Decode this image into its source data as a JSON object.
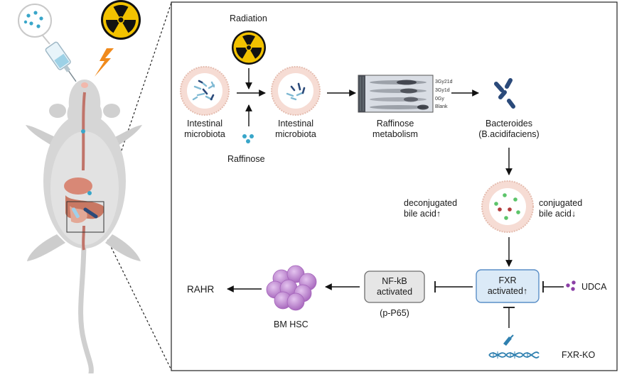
{
  "panel": {
    "radiation_label": "Radiation",
    "raffinose_label": "Raffinose",
    "microbiota_1": [
      "Intestinal",
      "microbiota"
    ],
    "microbiota_2": [
      "Intestinal",
      "microbiota"
    ],
    "gel_lanes": [
      "3Gy21d",
      "3Gy1d",
      "0Gy",
      "Blank"
    ],
    "raffinose_metabolism": [
      "Raffinose",
      "metabolism"
    ],
    "bacteroides": [
      "Bacteroides",
      "(B.acidifaciens)"
    ],
    "deconjugated": [
      "deconjugated",
      "bile acid↑"
    ],
    "conjugated": [
      "conjugated",
      "bile acid↓"
    ],
    "fxr_box": [
      "FXR",
      "activated↑"
    ],
    "nfkb_box": [
      "NF-kB",
      "activated"
    ],
    "p65": "(p-P65)",
    "udca": "UDCA",
    "fxr_ko": "FXR-KO",
    "bm_hsc": "BM HSC",
    "rahr": "RAHR"
  },
  "colors": {
    "fxr_fill": "#dbeaf7",
    "fxr_stroke": "#5b8fc7",
    "nfkb_fill": "#e6e6e6",
    "hsc_purple": "#b77fc8",
    "bacteroides_blue": "#2b4a7a",
    "radiation_yellow": "#f2c200",
    "lightning_orange": "#f08a1c"
  },
  "icons": [
    "syringe-icon",
    "radiation-icon",
    "lightning-icon",
    "mouse-icon",
    "petri-dish-icon",
    "gel-icon",
    "bacteria-icon",
    "dna-icon",
    "cell-cluster-icon"
  ]
}
